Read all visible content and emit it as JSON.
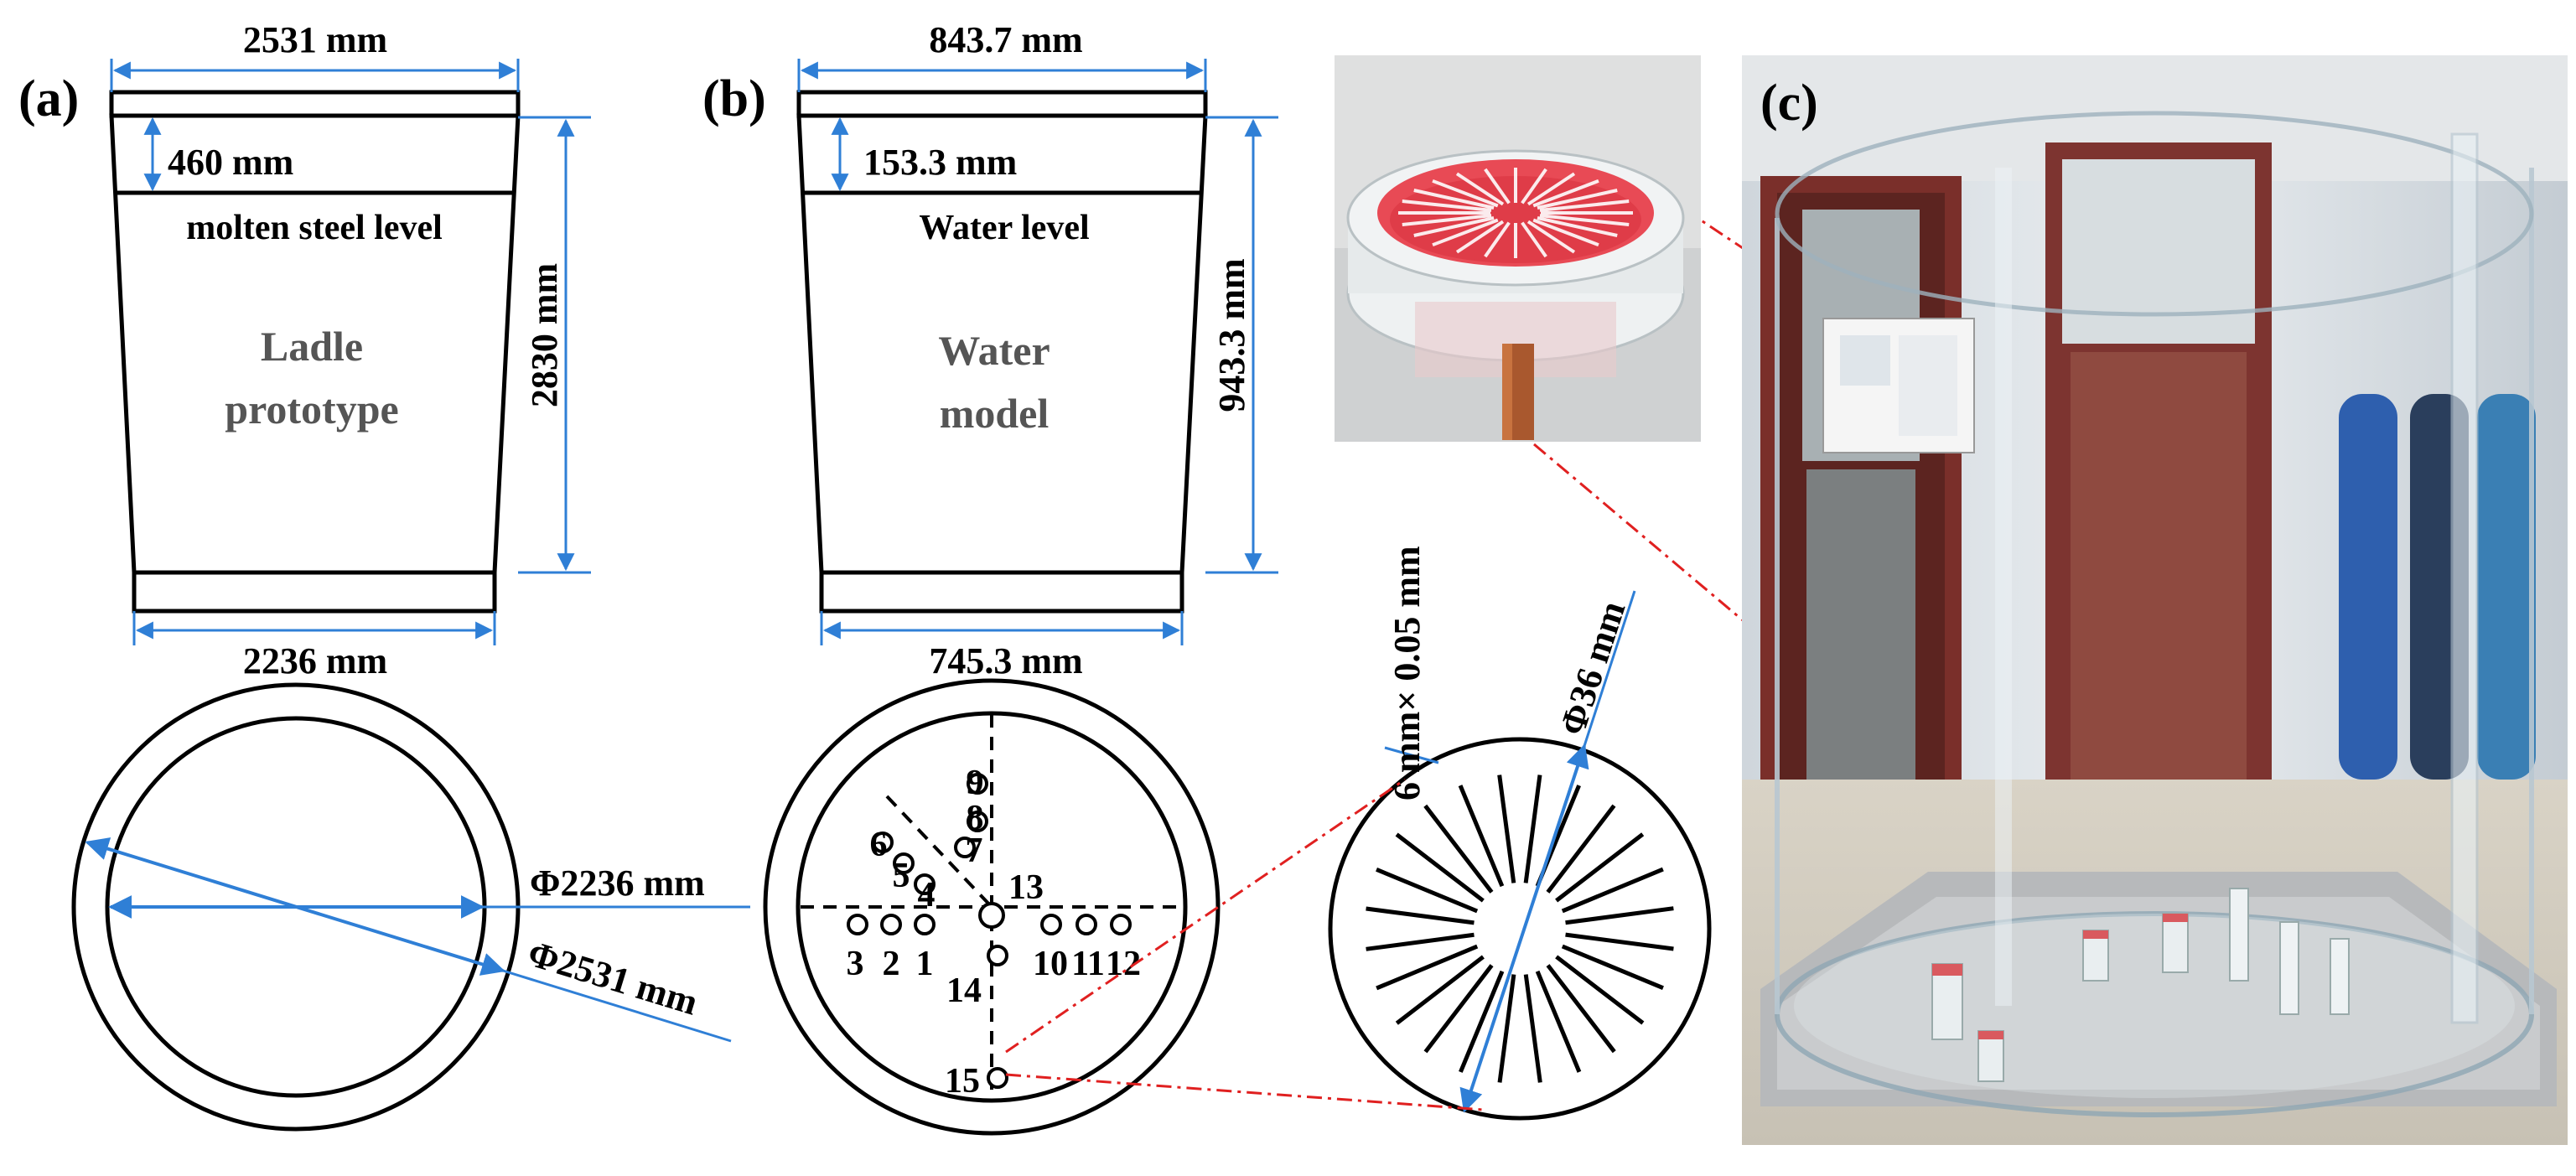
{
  "panel_a": {
    "label": "(a)",
    "top_width": "2531 mm",
    "freeboard": "460 mm",
    "level_label": "molten steel level",
    "title_line1": "Ladle",
    "title_line2": "prototype",
    "height": "2830 mm",
    "bottom_width": "2236 mm",
    "inner_diameter": "Φ2236 mm",
    "outer_diameter": "Φ2531 mm"
  },
  "panel_b": {
    "label": "(b)",
    "top_width": "843.7 mm",
    "freeboard": "153.3 mm",
    "level_label": "Water level",
    "title_line1": "Water",
    "title_line2": "model",
    "height": "943.3 mm",
    "bottom_width": "745.3 mm",
    "measurement_points": [
      "1",
      "2",
      "3",
      "4",
      "5",
      "6",
      "7",
      "8",
      "9",
      "10",
      "11",
      "12",
      "13",
      "14",
      "15"
    ]
  },
  "plug_detail": {
    "slot_size": "6 mm× 0.05 mm",
    "diameter": "Φ36 mm"
  },
  "panel_c": {
    "label": "(c)"
  },
  "colors": {
    "dimension_blue": "#2f7fd6",
    "leader_red": "#e02020",
    "outline": "#000000"
  }
}
